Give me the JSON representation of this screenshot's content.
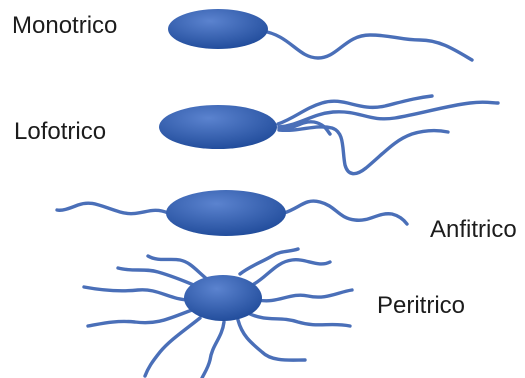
{
  "labels": {
    "monotrico": "Monotrico",
    "lofotrico": "Lofotrico",
    "anfitrico": "Anfitrico",
    "peritrico": "Peritrico"
  },
  "colors": {
    "body_light": "#5b83cf",
    "body_dark": "#1f4a99",
    "flagellum": "#4a6fb8",
    "text": "#1c1c1c"
  }
}
